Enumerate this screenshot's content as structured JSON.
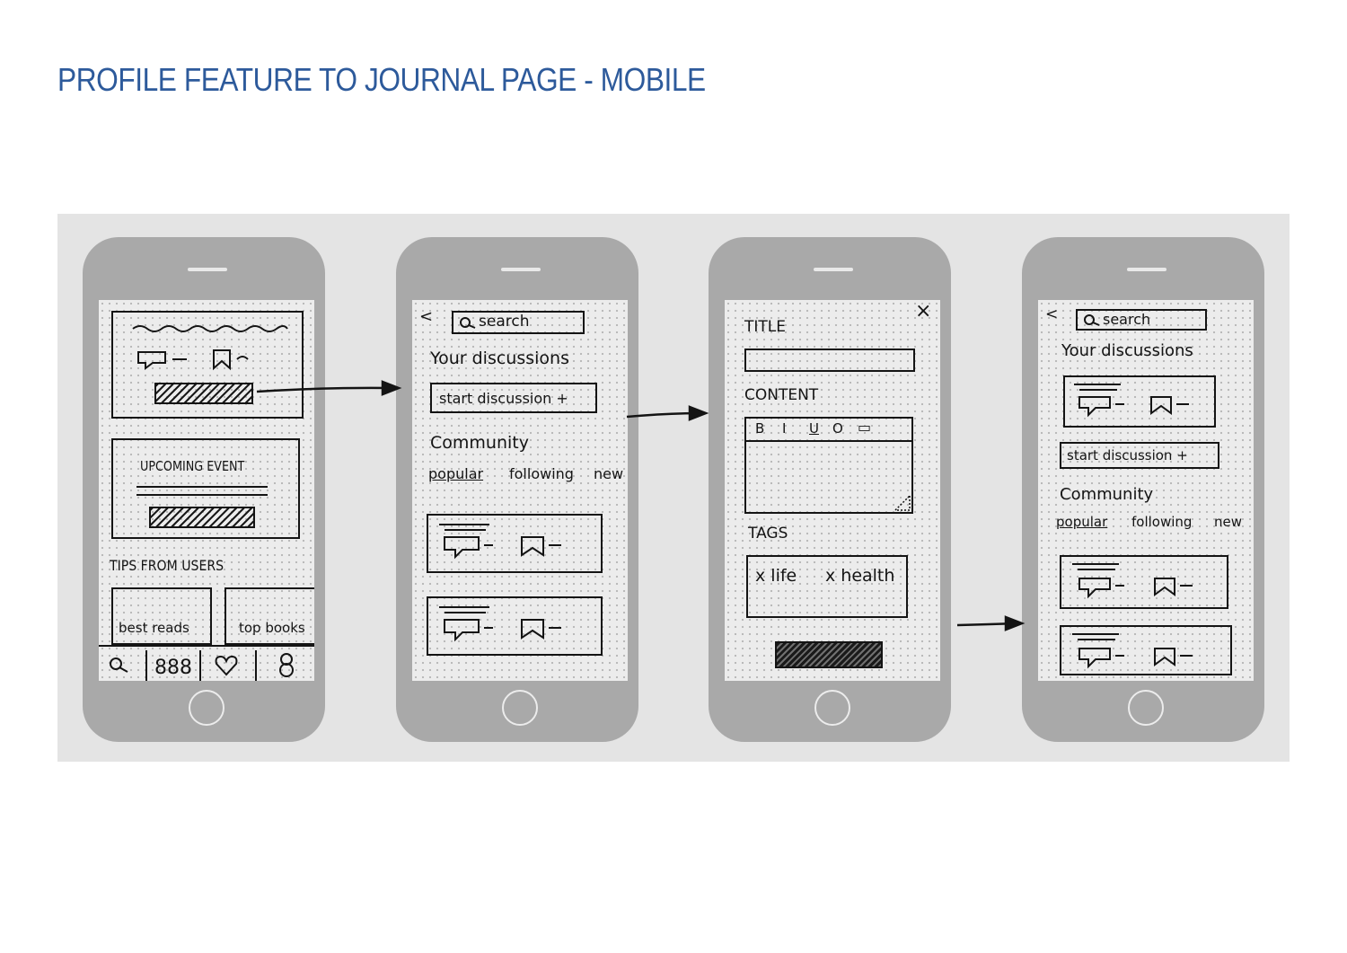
{
  "page": {
    "title": "PROFILE FEATURE TO JOURNAL PAGE - MOBILE"
  },
  "screen1": {
    "event_label": "UPCOMING EVENT",
    "tips_heading": "TIPS FROM USERS",
    "tip_cards": [
      "best reads",
      "top books"
    ],
    "nav_icons": [
      "search-icon",
      "grid-icon",
      "heart-icon",
      "profile-icon"
    ]
  },
  "screen2": {
    "back": "<",
    "search_placeholder": "search",
    "your_discussions": "Your discussions",
    "start_button": "start discussion +",
    "community": "Community",
    "tabs": [
      "popular",
      "following",
      "new"
    ]
  },
  "screen3": {
    "close": "×",
    "title_label": "TITLE",
    "content_label": "CONTENT",
    "format_tools": [
      "B",
      "I",
      "U",
      "O",
      "▭"
    ],
    "tags_label": "TAGS",
    "tags": [
      "x life",
      "x health"
    ]
  },
  "screen4": {
    "back": "<",
    "search_placeholder": "search",
    "your_discussions": "Your discussions",
    "start_button": "start discussion +",
    "community": "Community",
    "tabs": [
      "popular",
      "following",
      "new"
    ]
  },
  "colors": {
    "title": "#2d5a9b",
    "phone": "#a9a9a9",
    "ink": "#141414",
    "paper": "#e4e4e4"
  }
}
